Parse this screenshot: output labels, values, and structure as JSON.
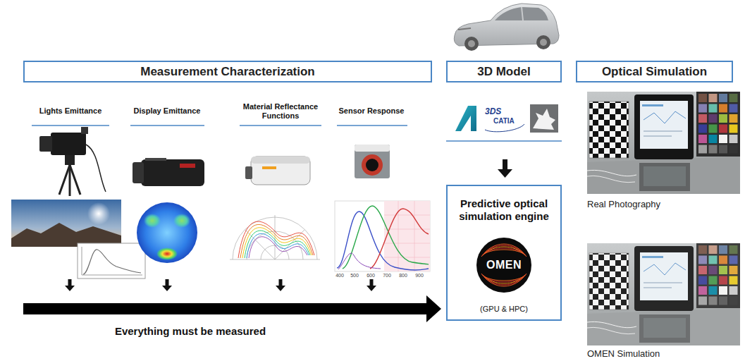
{
  "diagram": {
    "nodes": [
      {
        "text": [
          "Measurement Characterization"
        ]
      },
      {
        "text": [
          "3D Model"
        ]
      },
      {
        "text": [
          "Optical Simulation"
        ]
      },
      {
        "text": [
          "Predictive optical simulation engine",
          "(GPU & HPC)"
        ]
      },
      {
        "text": [
          "OMEN"
        ],
        "in": 3
      }
    ],
    "labels": [
      "Lights Emittance",
      "Display Emittance",
      "Material Reflectance Functions",
      "Sensor Response",
      "3DS",
      "CATIA",
      "Everything must be measured",
      "Real Photography",
      "OMEN Simulation",
      "400",
      "500",
      "600",
      "700",
      "800",
      "900"
    ]
  }
}
